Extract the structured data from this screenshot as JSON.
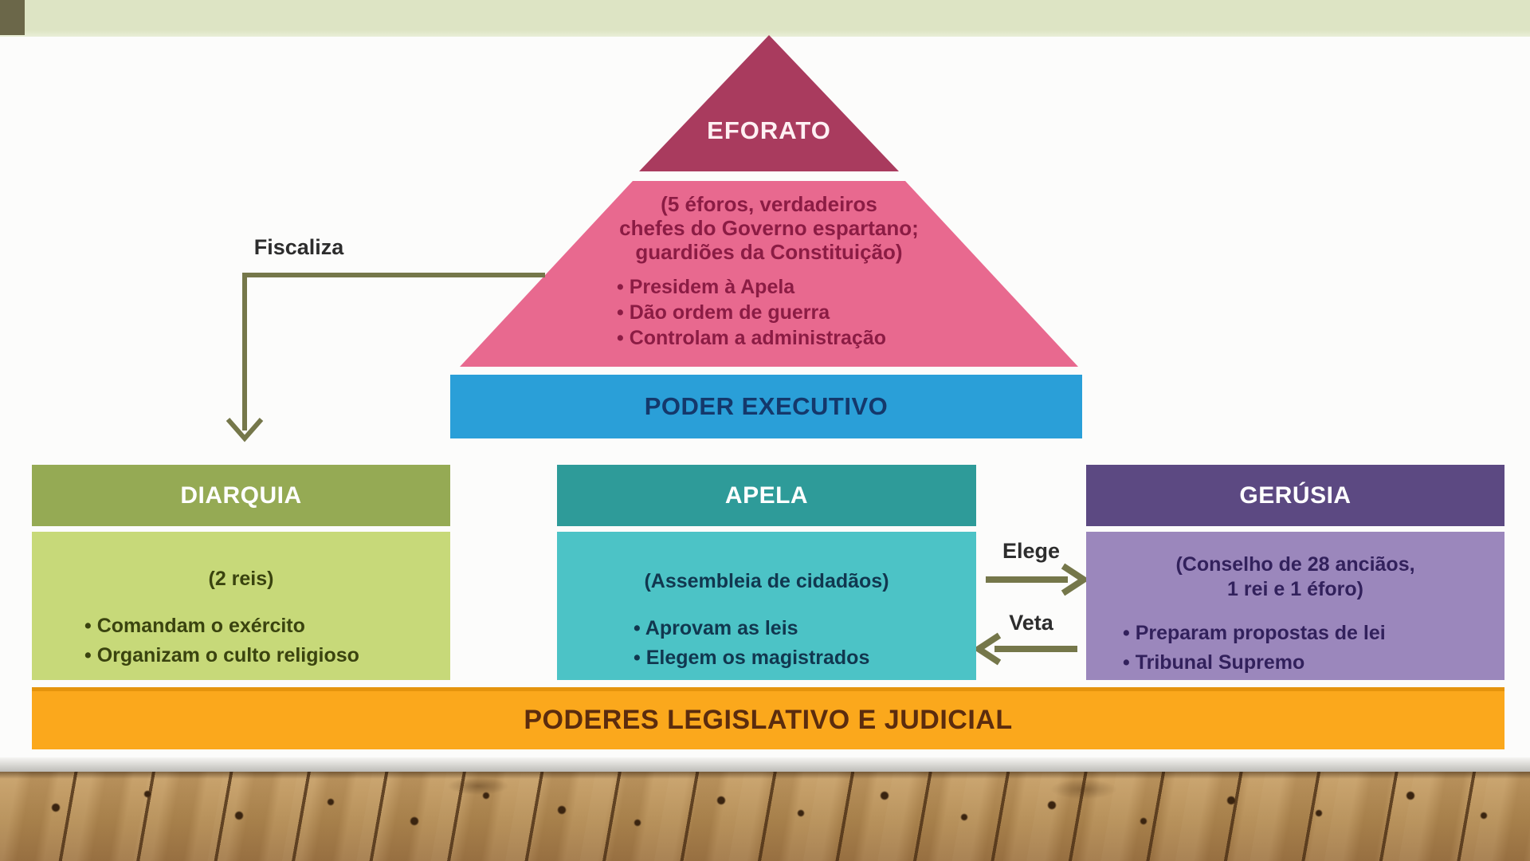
{
  "slide": {
    "pyramid": {
      "top_label": "EFORATO",
      "description_lines": [
        "(5 éforos, verdadeiros",
        "chefes do Governo espartano;",
        "guardiões da Constituição)"
      ],
      "bullets": [
        "Presidem à Apela",
        "Dão ordem de guerra",
        "Controlam a administração"
      ],
      "base_banner": "PODER EXECUTIVO"
    },
    "connectors": {
      "fiscaliza": "Fiscaliza",
      "elege": "Elege",
      "veta": "Veta"
    },
    "boxes": [
      {
        "title": "DIARQUIA",
        "subtitle_lines": [
          "(2 reis)"
        ],
        "bullets": [
          "Comandam o exército",
          "Organizam o culto religioso"
        ]
      },
      {
        "title": "APELA",
        "subtitle_lines": [
          "(Assembleia de cidadãos)"
        ],
        "bullets": [
          "Aprovam as leis",
          "Elegem os magistrados"
        ]
      },
      {
        "title": "GERÚSIA",
        "subtitle_lines": [
          "(Conselho de 28 anciãos,",
          "1 rei e 1 éforo)"
        ],
        "bullets": [
          "Preparam propostas de lei",
          "Tribunal Supremo"
        ]
      }
    ],
    "bottom_banner": "PODERES LEGISLATIVO E JUDICIAL"
  },
  "colors": {
    "eforato_triangle": "#a93b5e",
    "pyramid_body": "#e8698f",
    "pyramid_text": "#8b1c44",
    "executive_bar": "#2a9fd8",
    "executive_text": "#14386b",
    "diarquia_header": "#95aa54",
    "diarquia_body": "#c7d979",
    "apela_header": "#2e9b99",
    "apela_body": "#4cc3c6",
    "gerusia_header": "#5c4982",
    "gerusia_body": "#9b87bc",
    "legislative_bar": "#fba81c",
    "legislative_text": "#5b2c0e",
    "connector_olive": "#75774a",
    "top_strip": "#dde4c4",
    "corner_square": "#6b6749"
  }
}
